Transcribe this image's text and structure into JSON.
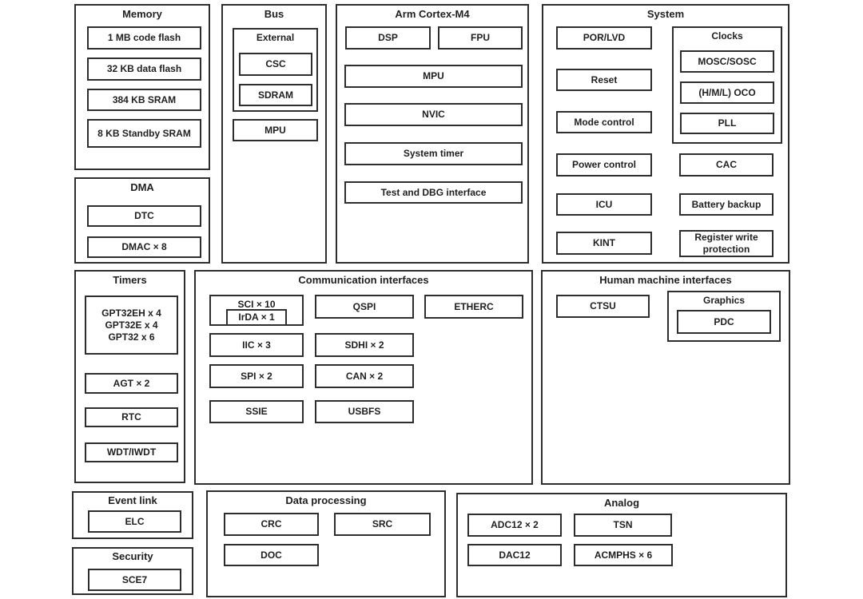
{
  "colors": {
    "border": "#2e2e2e",
    "text": "#1f1f1f",
    "background": "#ffffff"
  },
  "memory": {
    "title": "Memory",
    "items": [
      "1 MB code flash",
      "32 KB data flash",
      "384 KB SRAM",
      "8 KB Standby SRAM"
    ]
  },
  "dma": {
    "title": "DMA",
    "items": [
      "DTC",
      "DMAC × 8"
    ]
  },
  "bus": {
    "title": "Bus",
    "external": {
      "title": "External",
      "items": [
        "CSC",
        "SDRAM"
      ]
    },
    "mpu": "MPU"
  },
  "cortex": {
    "title": "Arm Cortex-M4",
    "dsp": "DSP",
    "fpu": "FPU",
    "items": [
      "MPU",
      "NVIC",
      "System timer",
      "Test and DBG interface"
    ]
  },
  "system": {
    "title": "System",
    "left_items": [
      "POR/LVD",
      "Reset",
      "Mode control",
      "Power control",
      "ICU",
      "KINT"
    ],
    "clocks": {
      "title": "Clocks",
      "items": [
        "MOSC/SOSC",
        "(H/M/L) OCO",
        "PLL"
      ]
    },
    "right_items": [
      "CAC",
      "Battery backup",
      "Register write protection"
    ]
  },
  "timers": {
    "title": "Timers",
    "gpt": "GPT32EH x 4\nGPT32E x 4\nGPT32 x 6",
    "items": [
      "AGT × 2",
      "RTC",
      "WDT/IWDT"
    ]
  },
  "comm": {
    "title": "Communication interfaces",
    "sci": "SCI × 10",
    "irda": "IrDA × 1",
    "boxes": [
      "QSPI",
      "ETHERC",
      "IIC × 3",
      "SDHI × 2",
      "SPI × 2",
      "CAN × 2",
      "SSIE",
      "USBFS"
    ]
  },
  "hmi": {
    "title": "Human machine interfaces",
    "ctsu": "CTSU",
    "graphics": {
      "title": "Graphics",
      "pdc": "PDC"
    }
  },
  "eventlink": {
    "title": "Event link",
    "elc": "ELC"
  },
  "security": {
    "title": "Security",
    "sce": "SCE7"
  },
  "dataproc": {
    "title": "Data processing",
    "items": [
      "CRC",
      "SRC",
      "DOC"
    ]
  },
  "analog": {
    "title": "Analog",
    "items": [
      "ADC12 × 2",
      "TSN",
      "DAC12",
      "ACMPHS × 6"
    ]
  }
}
